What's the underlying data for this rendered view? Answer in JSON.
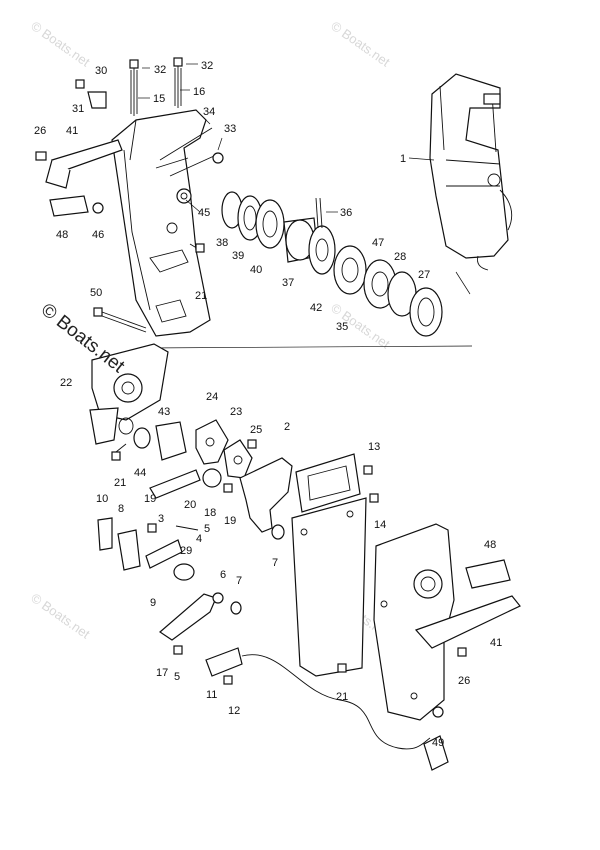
{
  "watermark": {
    "text": "© Boats.net",
    "large_text": "© Boats.net"
  },
  "callouts": [
    {
      "id": "c30",
      "label": "30"
    },
    {
      "id": "c32a",
      "label": "32"
    },
    {
      "id": "c32b",
      "label": "32"
    },
    {
      "id": "c15",
      "label": "15"
    },
    {
      "id": "c16",
      "label": "16"
    },
    {
      "id": "c31",
      "label": "31"
    },
    {
      "id": "c34",
      "label": "34"
    },
    {
      "id": "c33",
      "label": "33"
    },
    {
      "id": "c26a",
      "label": "26"
    },
    {
      "id": "c41a",
      "label": "41"
    },
    {
      "id": "c1",
      "label": "1"
    },
    {
      "id": "c45",
      "label": "45"
    },
    {
      "id": "c36",
      "label": "36"
    },
    {
      "id": "c48a",
      "label": "48"
    },
    {
      "id": "c46",
      "label": "46"
    },
    {
      "id": "c38",
      "label": "38"
    },
    {
      "id": "c39",
      "label": "39"
    },
    {
      "id": "c40",
      "label": "40"
    },
    {
      "id": "c37",
      "label": "37"
    },
    {
      "id": "c42",
      "label": "42"
    },
    {
      "id": "c47",
      "label": "47"
    },
    {
      "id": "c28",
      "label": "28"
    },
    {
      "id": "c27",
      "label": "27"
    },
    {
      "id": "c21a",
      "label": "21"
    },
    {
      "id": "c50",
      "label": "50"
    },
    {
      "id": "c35",
      "label": "35"
    },
    {
      "id": "c22",
      "label": "22"
    },
    {
      "id": "c43",
      "label": "43"
    },
    {
      "id": "c24",
      "label": "24"
    },
    {
      "id": "c23",
      "label": "23"
    },
    {
      "id": "c2",
      "label": "2"
    },
    {
      "id": "c25",
      "label": "25"
    },
    {
      "id": "c13",
      "label": "13"
    },
    {
      "id": "c21b",
      "label": "21"
    },
    {
      "id": "c44",
      "label": "44"
    },
    {
      "id": "c20",
      "label": "20"
    },
    {
      "id": "c18",
      "label": "18"
    },
    {
      "id": "c19a",
      "label": "19"
    },
    {
      "id": "c19b",
      "label": "19"
    },
    {
      "id": "c14",
      "label": "14"
    },
    {
      "id": "c10",
      "label": "10"
    },
    {
      "id": "c8",
      "label": "8"
    },
    {
      "id": "c3",
      "label": "3"
    },
    {
      "id": "c5a",
      "label": "5"
    },
    {
      "id": "c4",
      "label": "4"
    },
    {
      "id": "c29",
      "label": "29"
    },
    {
      "id": "c7a",
      "label": "7"
    },
    {
      "id": "c48b",
      "label": "48"
    },
    {
      "id": "c9",
      "label": "9"
    },
    {
      "id": "c6",
      "label": "6"
    },
    {
      "id": "c7b",
      "label": "7"
    },
    {
      "id": "c41b",
      "label": "41"
    },
    {
      "id": "c17",
      "label": "17"
    },
    {
      "id": "c5b",
      "label": "5"
    },
    {
      "id": "c26b",
      "label": "26"
    },
    {
      "id": "c11",
      "label": "11"
    },
    {
      "id": "c21c",
      "label": "21"
    },
    {
      "id": "c12",
      "label": "12"
    },
    {
      "id": "c49",
      "label": "49"
    }
  ]
}
